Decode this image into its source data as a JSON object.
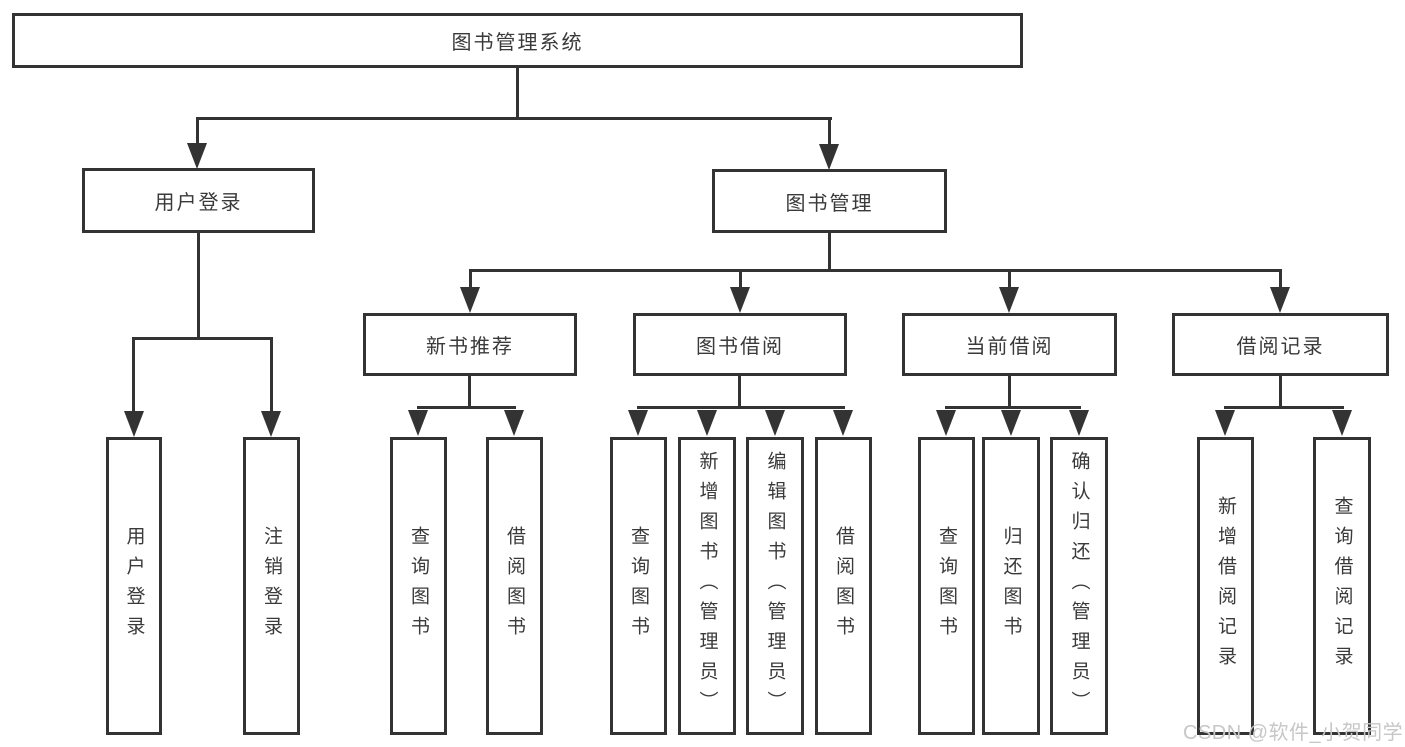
{
  "diagram": {
    "root": {
      "label": "图书管理系统"
    },
    "level2": [
      {
        "label": "用户登录"
      },
      {
        "label": "图书管理"
      }
    ],
    "user_login_children": [
      {
        "label": "用户登录"
      },
      {
        "label": "注销登录"
      }
    ],
    "modules": [
      {
        "label": "新书推荐",
        "children": [
          {
            "label": "查询图书"
          },
          {
            "label": "借阅图书"
          }
        ]
      },
      {
        "label": "图书借阅",
        "children": [
          {
            "label": "查询图书"
          },
          {
            "label": "新增图书（管理员）"
          },
          {
            "label": "编辑图书（管理员）"
          },
          {
            "label": "借阅图书"
          }
        ]
      },
      {
        "label": "当前借阅",
        "children": [
          {
            "label": "查询图书"
          },
          {
            "label": "归还图书"
          },
          {
            "label": "确认归还（管理员）"
          }
        ]
      },
      {
        "label": "借阅记录",
        "children": [
          {
            "label": "新增借阅记录"
          },
          {
            "label": "查询借阅记录"
          }
        ]
      }
    ]
  },
  "watermark": {
    "text": "CSDN @软件_小贺同学"
  },
  "colors": {
    "line": "#333333",
    "background": "#ffffff",
    "watermark": "#c7c7c7"
  }
}
